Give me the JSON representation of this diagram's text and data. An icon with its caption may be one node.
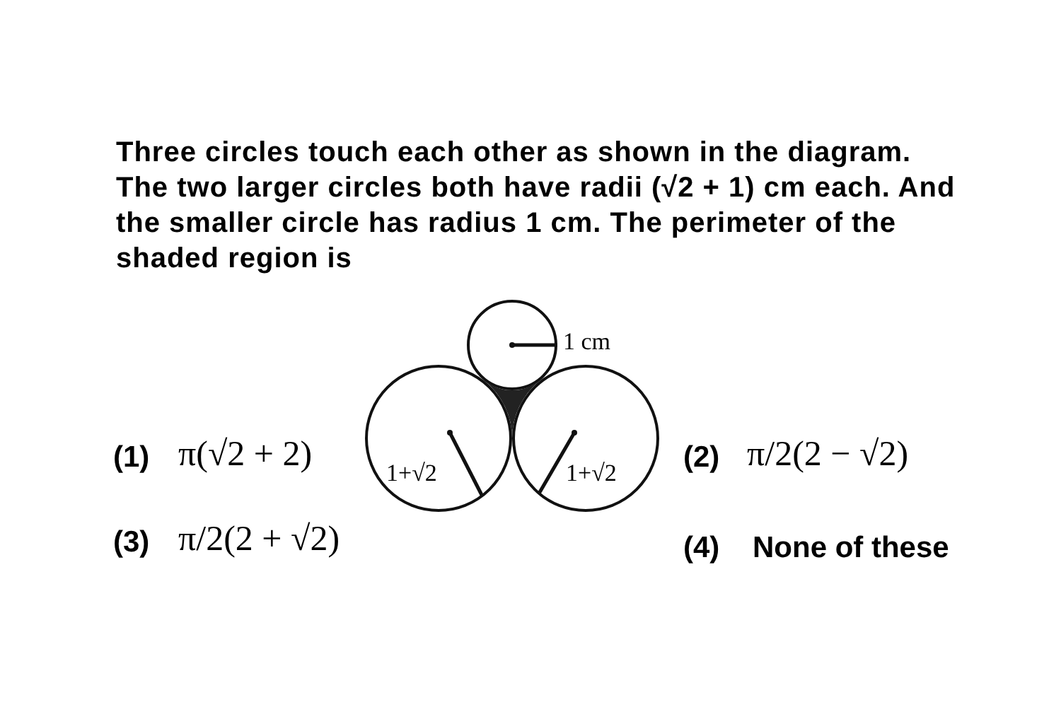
{
  "diagram": {
    "nodes": [
      {
        "text": [],
        "shape": "circle",
        "beside": [
          "1 cm"
        ]
      },
      {
        "text": [
          "1+√2"
        ]
      },
      {
        "text": [
          "1+√2"
        ]
      }
    ],
    "labels": [
      "Three circles touch each other as shown in the diagram. The two larger circles both have radii (√2 + 1) cm each. And the smaller circle has radius 1 cm. The perimeter of the shaded region is",
      "(1)",
      "π(√2 + 2)",
      "(2)",
      "π/2(2 − √2)",
      "(3)",
      "π/2(2 + √2)",
      "(4)",
      "None of these"
    ]
  }
}
